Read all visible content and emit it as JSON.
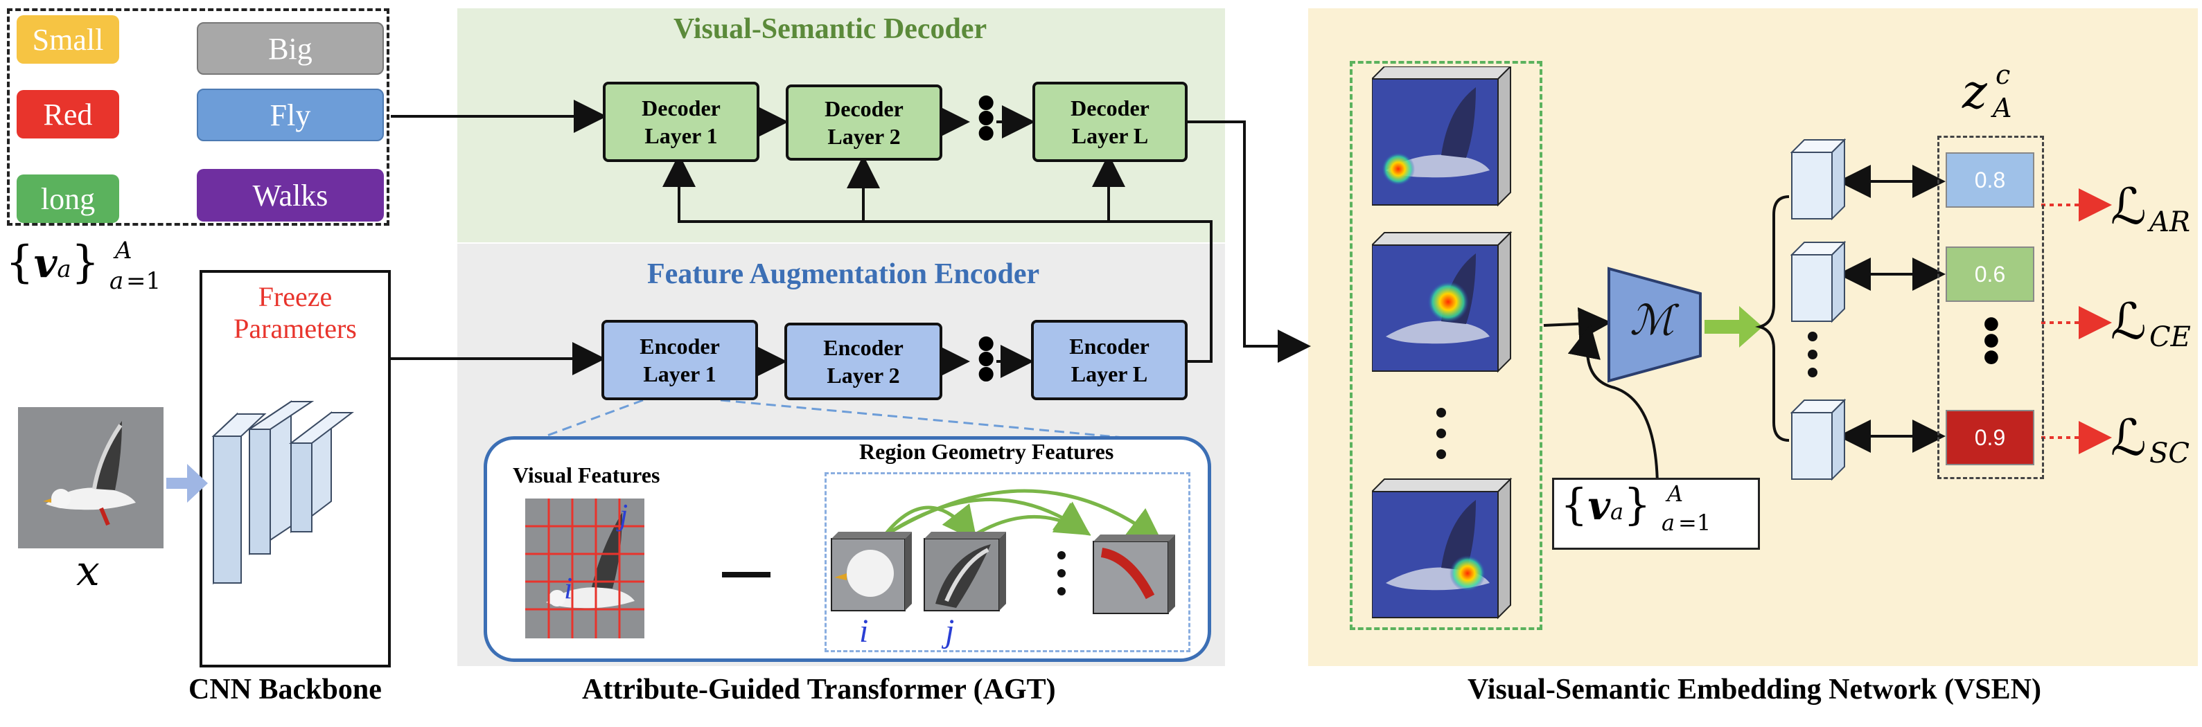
{
  "attributes": {
    "small": "Small",
    "big": "Big",
    "red": "Red",
    "fly": "Fly",
    "long": "long",
    "walks": "Walks",
    "set_label": "{v_a}_{a=1}^A"
  },
  "backbone": {
    "freeze_label": "Freeze Parameters",
    "input_label": "x",
    "caption": "CNN Backbone"
  },
  "agt": {
    "decoder_title": "Visual-Semantic Decoder",
    "decoder_layers": [
      "Decoder Layer 1",
      "Decoder Layer 2",
      "Decoder Layer L"
    ],
    "encoder_title": "Feature Augmentation Encoder",
    "encoder_layers": [
      "Encoder Layer 1",
      "Encoder Layer 2",
      "Encoder Layer L"
    ],
    "visual_features": "Visual Features",
    "region_geometry": "Region Geometry Features",
    "i_label": "i",
    "j_label": "j",
    "caption": "Attribute-Guided Transformer (AGT)"
  },
  "vsen": {
    "mapping": "M",
    "set_label": "{v_a}_{a=1}^A",
    "z_label": "z_A^c",
    "scores": [
      "0.8",
      "0.6",
      "0.9"
    ],
    "losses": [
      "L_AR",
      "L_CE",
      "L_SC"
    ],
    "caption": "Visual-Semantic Embedding Network (VSEN)"
  },
  "colors": {
    "decoder_bg": "#e5efdc",
    "encoder_bg": "#ececec",
    "vsen_bg": "#fbf1d4",
    "decoder_block": "#b6dca3",
    "encoder_block": "#a9c2ec",
    "small": "#f6c443",
    "big": "#a8a8a8",
    "red": "#e8342c",
    "fly": "#6d9dd8",
    "long": "#5bb25d",
    "walks": "#6f2fa0",
    "score_1": "#9fc1e8",
    "score_2": "#a3cc83",
    "score_3": "#c1231f",
    "red_title": "#e8342c",
    "decoder_title": "#5b8a3a",
    "encoder_title": "#3c6fb5"
  }
}
